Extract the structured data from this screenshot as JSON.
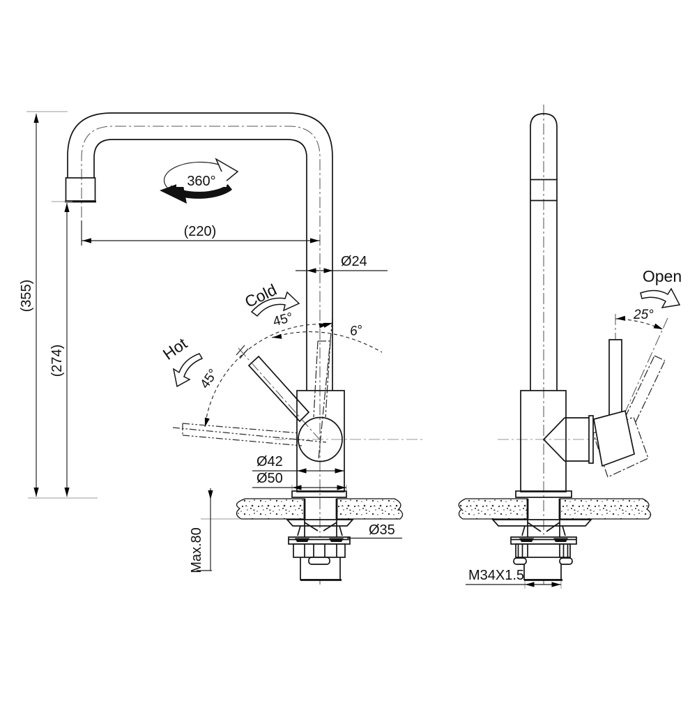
{
  "front_view": {
    "swivel_angle": "360°",
    "reach": "(220)",
    "total_height": "(355)",
    "spout_height": "(274)",
    "spout_diameter": "Ø24",
    "cold_label": "Cold",
    "cold_angle": "45°",
    "hot_label": "Hot",
    "hot_angle": "45°",
    "neutral_tilt": "6°",
    "body_diameter": "Ø42",
    "base_diameter": "Ø50",
    "hole_diameter": "Ø35",
    "max_counter_thickness": "Max.80"
  },
  "side_view": {
    "open_label": "Open",
    "open_angle": "25°",
    "thread_spec": "M34X1.5"
  }
}
